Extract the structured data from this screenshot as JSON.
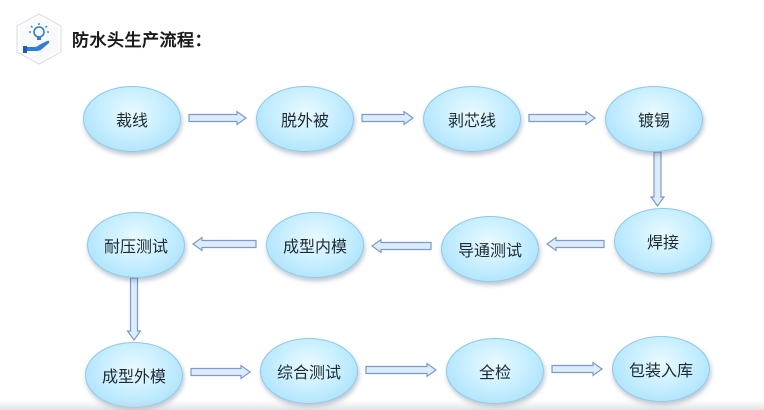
{
  "header": {
    "title": "防水头生产流程："
  },
  "diagram": {
    "colors": {
      "node_fill": "#c8efff",
      "node_border": "#8fc8e6",
      "arrow_fill": "#dcecfa",
      "arrow_stroke": "#7a9cc6"
    },
    "nodes": [
      {
        "id": "n1",
        "label": "裁线"
      },
      {
        "id": "n2",
        "label": "脱外被"
      },
      {
        "id": "n3",
        "label": "剥芯线"
      },
      {
        "id": "n4",
        "label": "镀锡"
      },
      {
        "id": "n5",
        "label": "焊接"
      },
      {
        "id": "n6",
        "label": "导通测试"
      },
      {
        "id": "n7",
        "label": "成型内模"
      },
      {
        "id": "n8",
        "label": "耐压测试"
      },
      {
        "id": "n9",
        "label": "成型外模"
      },
      {
        "id": "n10",
        "label": "综合测试"
      },
      {
        "id": "n11",
        "label": "全检"
      },
      {
        "id": "n12",
        "label": "包装入库"
      }
    ],
    "edges": [
      {
        "from": "n1",
        "to": "n2"
      },
      {
        "from": "n2",
        "to": "n3"
      },
      {
        "from": "n3",
        "to": "n4"
      },
      {
        "from": "n4",
        "to": "n5"
      },
      {
        "from": "n5",
        "to": "n6"
      },
      {
        "from": "n6",
        "to": "n7"
      },
      {
        "from": "n7",
        "to": "n8"
      },
      {
        "from": "n8",
        "to": "n9"
      },
      {
        "from": "n9",
        "to": "n10"
      },
      {
        "from": "n10",
        "to": "n11"
      },
      {
        "from": "n11",
        "to": "n12"
      }
    ]
  }
}
